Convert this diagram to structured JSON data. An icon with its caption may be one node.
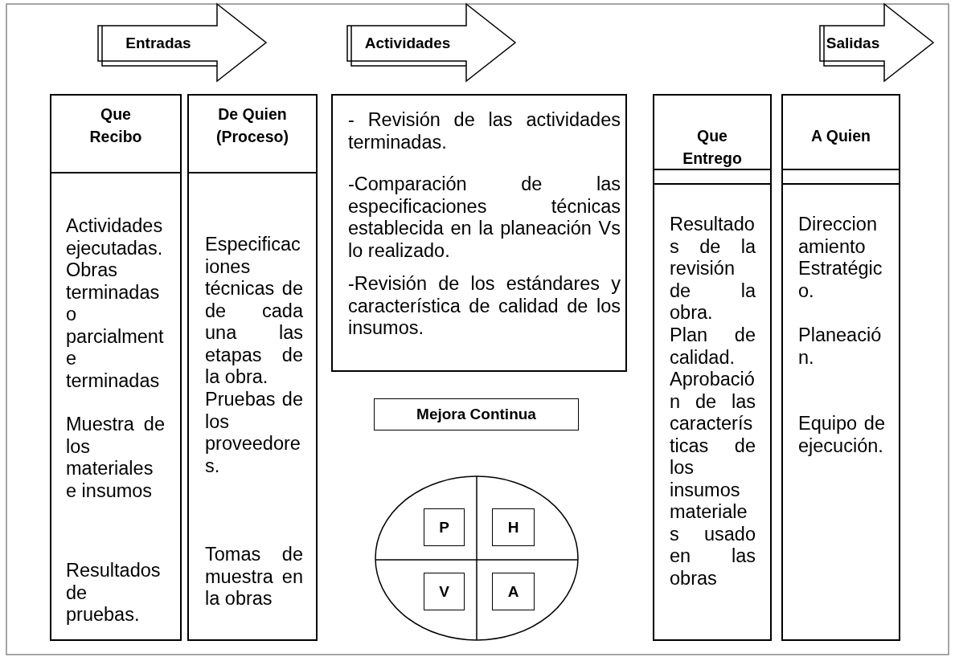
{
  "diagram": {
    "nodes": [
      {
        "text": [
          "**Entrada**s"
        ]
      },
      {
        "text": [
          "Actividades"
        ]
      },
      {
        "text": [
          "Salidas"
        ]
      },
      {
        "text": [
          "Que Recibo",
          "Actividades ejecutadas.",
          "Obras terminadas o parcialmente terminadas",
          "Muestra de los materiales e insumos",
          "Resultados de pruebas."
        ]
      },
      {
        "text": [
          "De Quien (Proceso)",
          "Especificaciones técnicas de de cada una las etapas de la obra.",
          "Pruebas de los proveedores.",
          "Tomas de muestra en la obras"
        ]
      },
      {
        "text": [
          "- Revisión de las actividades terminadas.",
          "-Comparación de las especificaciones técnicas establecida en la planeación Vs lo realizado.",
          "-Revisión de los estándares y característica de calidad de los insumos."
        ]
      },
      {
        "text": [
          "Mejora Continua"
        ]
      },
      {
        "text": [],
        "shape": "circle"
      },
      {
        "text": [
          "P"
        ],
        "in": 7
      },
      {
        "text": [
          "H"
        ],
        "in": 7
      },
      {
        "text": [
          "V"
        ],
        "in": 7
      },
      {
        "text": [
          "A"
        ],
        "in": 7
      },
      {
        "text": [
          "Que Entrego",
          "Resultados de la revisión de la obra.",
          "Plan de calidad.",
          "Aprobación de las características de los insumos materiales usado en las obras"
        ]
      },
      {
        "text": [
          "A Quien",
          "Direccionamiento Estratégico.",
          "Planeación.",
          "Equipo de ejecución."
        ]
      }
    ]
  }
}
